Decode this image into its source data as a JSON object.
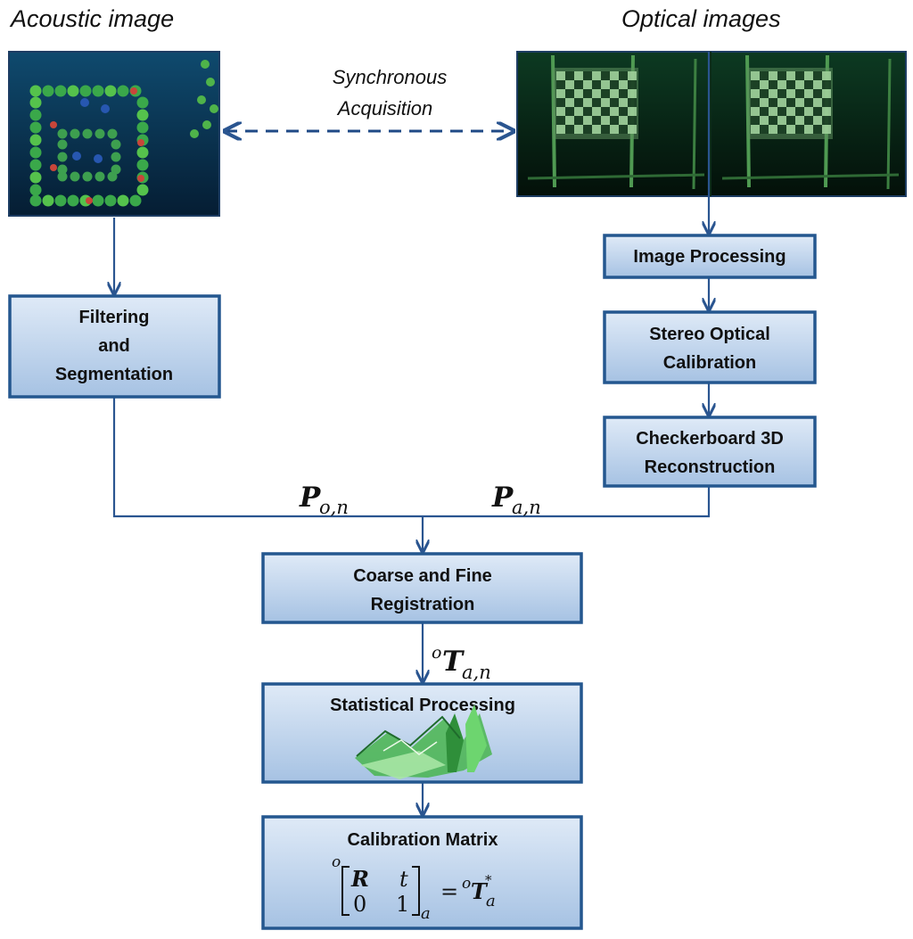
{
  "titles": {
    "acoustic": "Acoustic image",
    "optical": "Optical images"
  },
  "sync": {
    "line1": "Synchronous",
    "line2": "Acquisition"
  },
  "boxes": {
    "filtering": [
      "Filtering",
      "and",
      "Segmentation"
    ],
    "image_processing": [
      "Image Processing"
    ],
    "stereo": [
      "Stereo Optical",
      "Calibration"
    ],
    "checkerboard": [
      "Checkerboard 3D",
      "Reconstruction"
    ],
    "registration": [
      "Coarse and Fine",
      "Registration"
    ],
    "statistical": [
      "Statistical Processing"
    ],
    "calibration": [
      "Calibration Matrix"
    ]
  },
  "math": {
    "p_on": {
      "base": "P",
      "sub": "o,n"
    },
    "p_an": {
      "base": "P",
      "sub": "a,n"
    },
    "t_an": {
      "sup": "o",
      "base": "T",
      "sub": "a,n"
    },
    "matrix": {
      "sup": "o",
      "r": "R",
      "t": "t",
      "zero": "0",
      "one": "1",
      "sub": "a",
      "eq": "=",
      "rsup": "o",
      "rbase": "T",
      "rsub": "a",
      "star": "*"
    }
  },
  "colors": {
    "line": "#2a5590",
    "box_border": "#24578f",
    "box_top": "#dbe8f6",
    "box_bottom": "#a9c4e4",
    "acoustic_bg": "#0a3454",
    "optical_bg": "#06190f"
  }
}
